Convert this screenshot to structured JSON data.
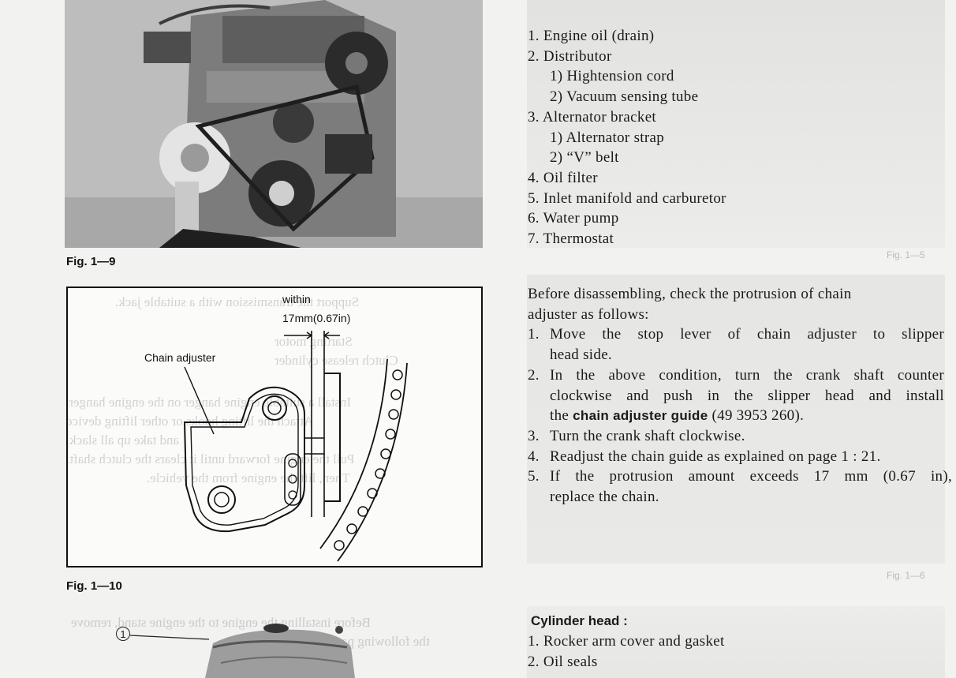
{
  "figures": {
    "fig_1_9": "Fig. 1—9",
    "fig_1_10": "Fig. 1—10",
    "fig_1_5_ghost": "Fig. 1—5",
    "fig_1_6_ghost": "Fig. 1—6"
  },
  "diagram": {
    "within_label": "within",
    "measure_label": "17mm(0.67in)",
    "chain_adjuster_label": "Chain adjuster"
  },
  "bleed_through": {
    "lines": [
      "Support the transmission with a suitable jack.",
      "Starting motor",
      "Clutch release cylinder",
      "Install a suitable engine hanger on the engine hanger.",
      "Attach the lifting hooks or other lifting device",
      "and take up all slack.",
      "Pull the engine forward until it clears the clutch shaft.",
      "Then, lift the engine from the vehicle.",
      "Before installing the engine to the engine stand, remove",
      "the following parts from the engine."
    ]
  },
  "callout": "1",
  "removal_list": [
    {
      "num": "1.",
      "text": "Engine oil (drain)"
    },
    {
      "num": "2.",
      "text": "Distributor"
    },
    {
      "num": "1)",
      "text": "Hightension cord",
      "sub": true
    },
    {
      "num": "2)",
      "text": "Vacuum sensing tube",
      "sub": true
    },
    {
      "num": "3.",
      "text": "Alternator bracket"
    },
    {
      "num": "1)",
      "text": "Alternator strap",
      "sub": true
    },
    {
      "num": "2)",
      "text": "“V” belt",
      "sub": true
    },
    {
      "num": "4.",
      "text": "Oil filter"
    },
    {
      "num": "5.",
      "text": "Inlet manifold and carburetor"
    },
    {
      "num": "6.",
      "text": "Water pump"
    },
    {
      "num": "7.",
      "text": "Thermostat"
    }
  ],
  "procedure": {
    "intro_1": "Before disassembling, check the protrusion of chain",
    "intro_2": "adjuster as follows:",
    "steps": [
      {
        "num": "1.",
        "lines": [
          "Move the stop lever of chain adjuster to slipper",
          "head side."
        ]
      },
      {
        "num": "2.",
        "lines": [
          "In the above condition, turn the crank shaft counter",
          "clockwise and push in the slipper head and install"
        ],
        "last_pre": "the ",
        "last_bold": "chain adjuster guide",
        "last_post": " (49 3953 260)."
      },
      {
        "num": "3.",
        "lines": [
          "Turn the crank shaft clockwise."
        ]
      },
      {
        "num": "4.",
        "lines": [
          "Readjust the chain guide as explained on page 1 : 21."
        ]
      },
      {
        "num": "5.",
        "lines": [
          "If the protrusion amount exceeds 17 mm (0.67 in),",
          "replace the chain."
        ]
      }
    ]
  },
  "cylinder_head": {
    "title": "Cylinder head :",
    "items": [
      {
        "num": "1.",
        "text": "Rocker arm cover and gasket"
      },
      {
        "num": "2.",
        "text": "Oil seals"
      }
    ]
  }
}
